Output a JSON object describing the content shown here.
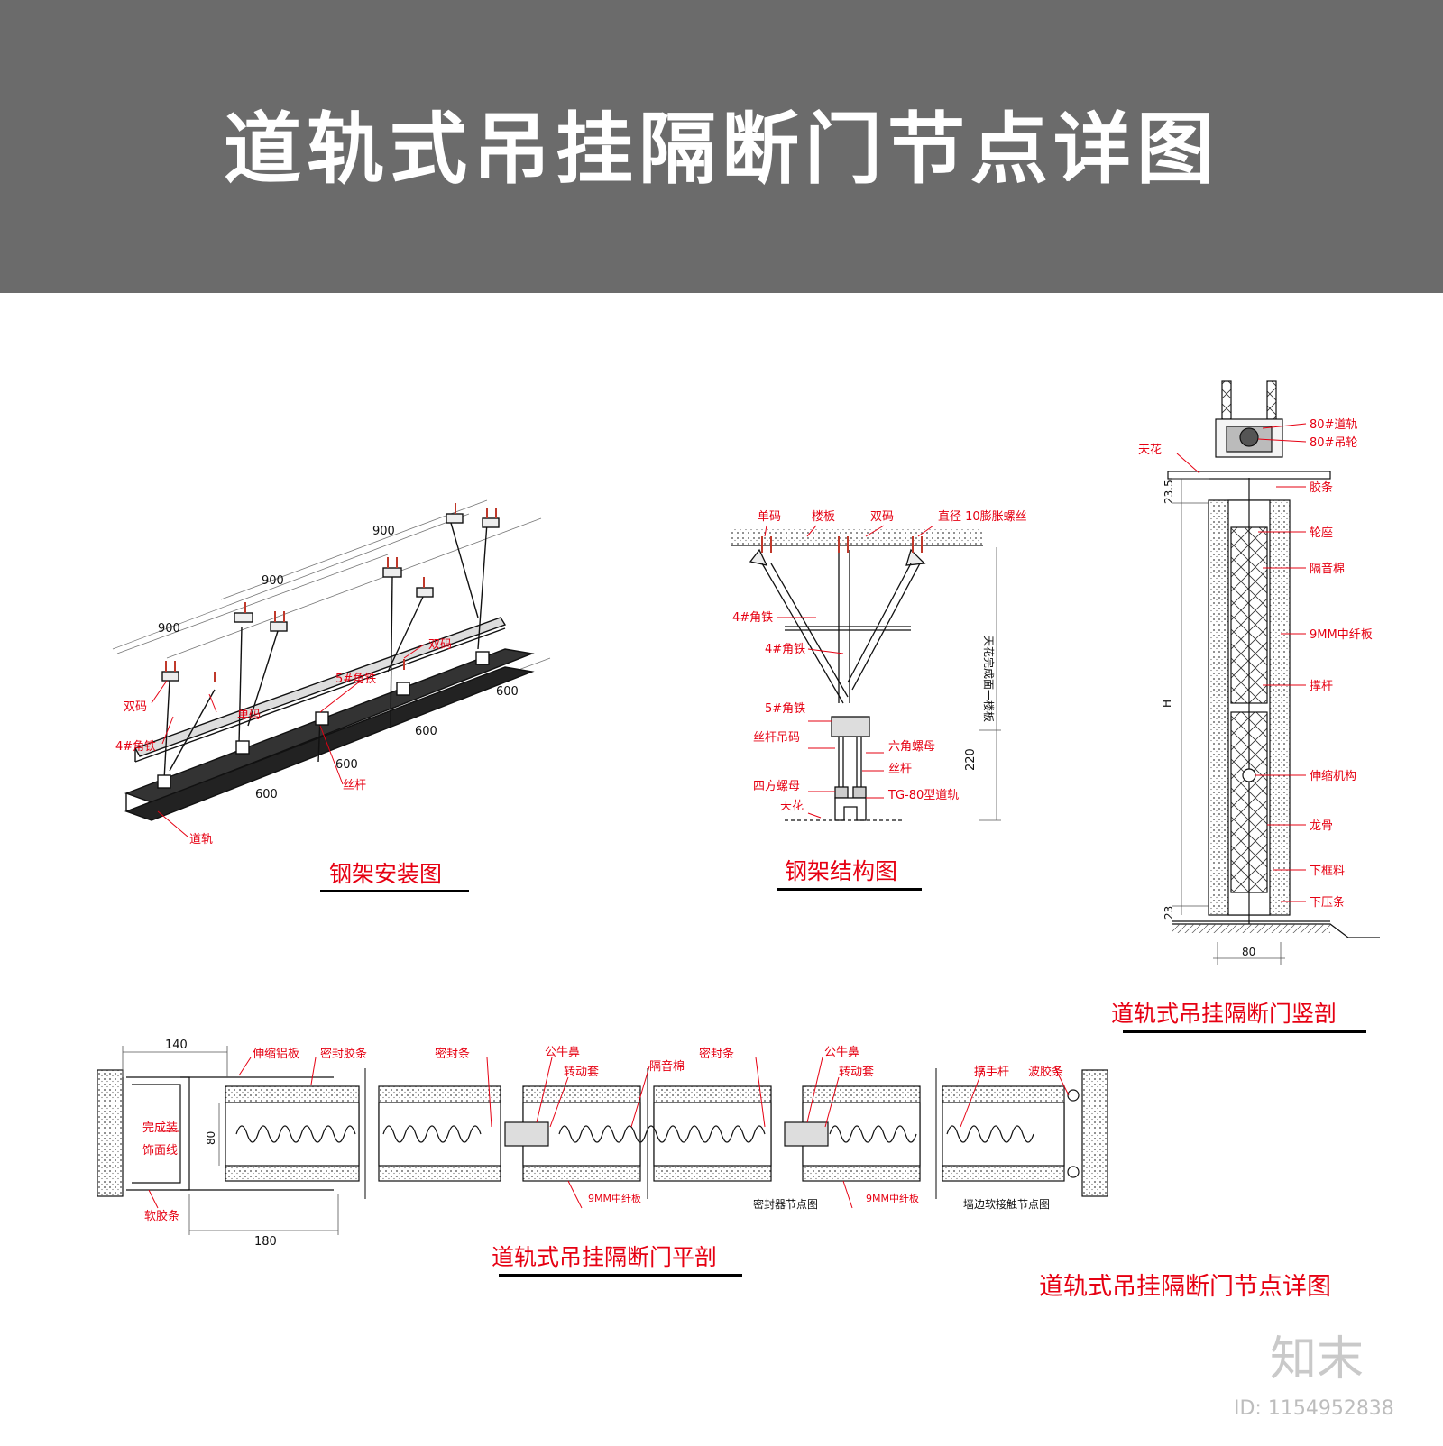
{
  "banner": {
    "title": "道轨式吊挂隔断门节点详图"
  },
  "captions": {
    "steel_install": "钢架安装图",
    "steel_structure": "钢架结构图",
    "vertical_section": "道轨式吊挂隔断门竖剖",
    "plan_section": "道轨式吊挂隔断门平剖",
    "sheet_title": "道轨式吊挂隔断门节点详图"
  },
  "install_view": {
    "dims": [
      "900",
      "900",
      "900",
      "600",
      "600",
      "600",
      "600"
    ],
    "labels": [
      "双码",
      "双码",
      "单码",
      "4#角铁",
      "5#角铁",
      "丝杆",
      "道轨"
    ]
  },
  "structure_view": {
    "top_labels": [
      "单码",
      "楼板",
      "双码",
      "直径 10膨胀螺丝"
    ],
    "left_labels": [
      "4#角铁",
      "4#角铁",
      "5#角铁",
      "丝杆吊码",
      "四方螺母",
      "天花"
    ],
    "right_labels": [
      "六角螺母",
      "丝杆",
      "TG-80型道轨"
    ],
    "dim_vertical": "天花完成面一楼板",
    "dim_220": "220"
  },
  "vertical_view": {
    "right_labels": [
      "80#道轨",
      "80#吊轮",
      "胶条",
      "轮座",
      "隔音棉",
      "9MM中纤板",
      "撑杆",
      "伸缩机构",
      "龙骨",
      "下框料",
      "下压条"
    ],
    "left_label": "天花",
    "dim_top": "23.5",
    "dim_h": "H",
    "dim_bottom": "23",
    "dim_width": "80"
  },
  "plan_view": {
    "dims": {
      "top": "140",
      "side": "80",
      "bottom": "180"
    },
    "labels_top": [
      "伸缩铝板",
      "密封胶条",
      "密封条",
      "公牛鼻",
      "转动套",
      "隔音棉",
      "密封条",
      "公牛鼻",
      "转动套",
      "搞手杆",
      "波胶条"
    ],
    "labels_left": [
      "完成装",
      "饰面线",
      "软胶条"
    ],
    "labels_bottom": [
      "9MM中纤板",
      "密封器节点图",
      "9MM中纤板",
      "墙边软接触节点图"
    ]
  },
  "brand": {
    "logo": "知末",
    "id": "ID: 1154952838"
  }
}
